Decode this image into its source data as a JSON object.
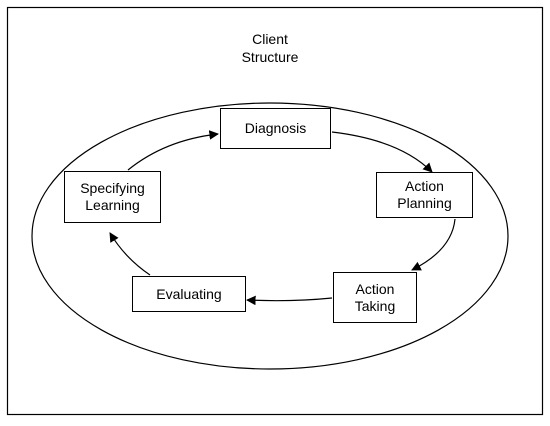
{
  "frame_color": "#000000",
  "background_color": "#ffffff",
  "container": {
    "label": "Client\nStructure",
    "shape": "ellipse"
  },
  "nodes": [
    {
      "id": "diagnosis",
      "label": "Diagnosis"
    },
    {
      "id": "action-planning",
      "label": "Action\nPlanning"
    },
    {
      "id": "action-taking",
      "label": "Action\nTaking"
    },
    {
      "id": "evaluating",
      "label": "Evaluating"
    },
    {
      "id": "specifying-learning",
      "label": "Specifying\nLearning"
    }
  ],
  "edges": [
    {
      "from": "diagnosis",
      "to": "action-planning",
      "direction": "clockwise"
    },
    {
      "from": "action-planning",
      "to": "action-taking",
      "direction": "clockwise"
    },
    {
      "from": "action-taking",
      "to": "evaluating",
      "direction": "clockwise"
    },
    {
      "from": "evaluating",
      "to": "specifying-learning",
      "direction": "clockwise"
    },
    {
      "from": "specifying-learning",
      "to": "diagnosis",
      "direction": "clockwise"
    }
  ]
}
